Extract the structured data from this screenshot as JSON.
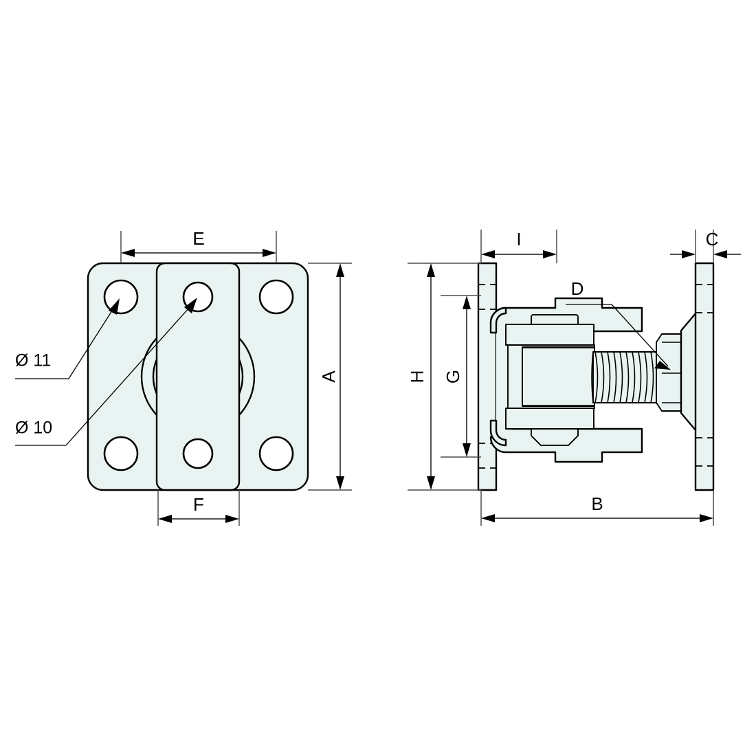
{
  "drawing": {
    "title": "Gate hinge adjustable bolt-on assembly",
    "type": "engineering-orthographic-drawing",
    "background_color": "#ffffff",
    "part_fill_color": "#e9f3f1",
    "line_color": "#000000",
    "views": [
      {
        "name": "front-view",
        "position": "left"
      },
      {
        "name": "side-view",
        "position": "right"
      }
    ]
  },
  "front_view": {
    "name": "front-view",
    "dimensions": {
      "A": {
        "label": "A",
        "orientation": "vertical",
        "side": "right",
        "describes": "overall plate height"
      },
      "E": {
        "label": "E",
        "orientation": "horizontal",
        "side": "top",
        "describes": "hole centre spacing across plate"
      },
      "F": {
        "label": "F",
        "orientation": "horizontal",
        "side": "bottom",
        "describes": "centre band width"
      }
    },
    "callouts": [
      {
        "label": "Ø 11",
        "name": "diameter-11-callout",
        "describes": "outer plate mounting hole diameter"
      },
      {
        "label": "Ø 10",
        "name": "diameter-10-callout",
        "describes": "centre band hole diameter"
      }
    ],
    "holes": {
      "outer_count": 4,
      "center_count": 2,
      "outer_label": "Ø 11",
      "center_label": "Ø 10"
    }
  },
  "side_view": {
    "name": "side-view",
    "dimensions": {
      "B": {
        "label": "B",
        "orientation": "horizontal",
        "side": "bottom",
        "describes": "overall assembly depth"
      },
      "C": {
        "label": "C",
        "orientation": "horizontal",
        "side": "top-right",
        "describes": "right plate thickness"
      },
      "H": {
        "label": "H",
        "orientation": "vertical",
        "side": "left-outer",
        "describes": "plate height"
      },
      "G": {
        "label": "G",
        "orientation": "vertical",
        "side": "left-inner",
        "describes": "inner hole span height"
      },
      "I": {
        "label": "I",
        "orientation": "horizontal",
        "side": "top-left",
        "describes": "hinge body depth"
      }
    },
    "callouts": [
      {
        "label": "D",
        "name": "thread-callout",
        "describes": "threaded adjustment stud"
      }
    ]
  },
  "labels": {
    "A": "A",
    "B": "B",
    "C": "C",
    "D": "D",
    "E": "E",
    "F": "F",
    "G": "G",
    "H": "H",
    "I": "I",
    "dia11": "Ø 11",
    "dia10": "Ø 10"
  }
}
